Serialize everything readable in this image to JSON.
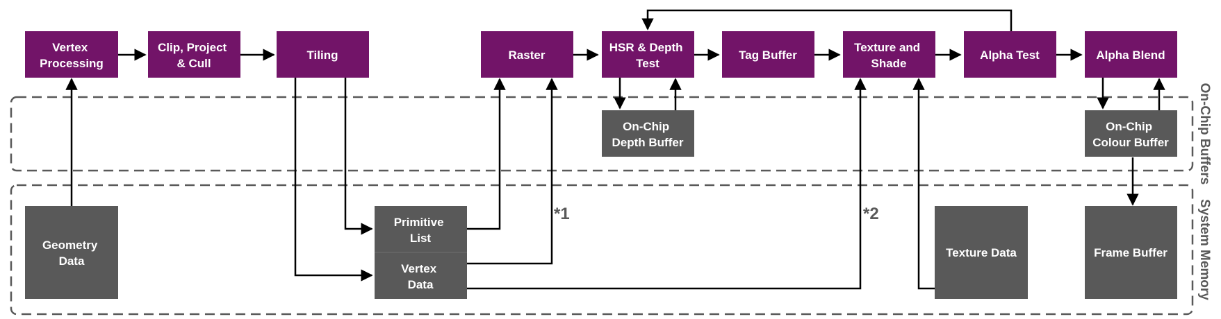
{
  "colors": {
    "stage": "#721468",
    "storage": "#595959",
    "arrow": "#000000",
    "region_border": "#595959"
  },
  "stages": {
    "vertex_processing": [
      "Vertex",
      "Processing"
    ],
    "clip_project_cull": [
      "Clip, Project",
      "& Cull"
    ],
    "tiling": [
      "Tiling"
    ],
    "raster": [
      "Raster"
    ],
    "hsr_depth_test": [
      "HSR & Depth",
      "Test"
    ],
    "tag_buffer": [
      "Tag Buffer"
    ],
    "texture_and_shade": [
      "Texture and",
      "Shade"
    ],
    "alpha_test": [
      "Alpha Test"
    ],
    "alpha_blend": [
      "Alpha Blend"
    ]
  },
  "storage": {
    "on_chip_depth_buffer": [
      "On-Chip",
      "Depth Buffer"
    ],
    "on_chip_colour_buffer": [
      "On-Chip",
      "Colour Buffer"
    ],
    "geometry_data": [
      "Geometry",
      "Data"
    ],
    "primitive_list": [
      "Primitive",
      "List"
    ],
    "vertex_data": [
      "Vertex",
      "Data"
    ],
    "texture_data": [
      "Texture Data"
    ],
    "frame_buffer": [
      "Frame Buffer"
    ]
  },
  "regions": {
    "on_chip_buffers": "On-Chip Buffers",
    "system_memory": "System Memory"
  },
  "notes": {
    "note_1": "*1",
    "note_2": "*2"
  }
}
